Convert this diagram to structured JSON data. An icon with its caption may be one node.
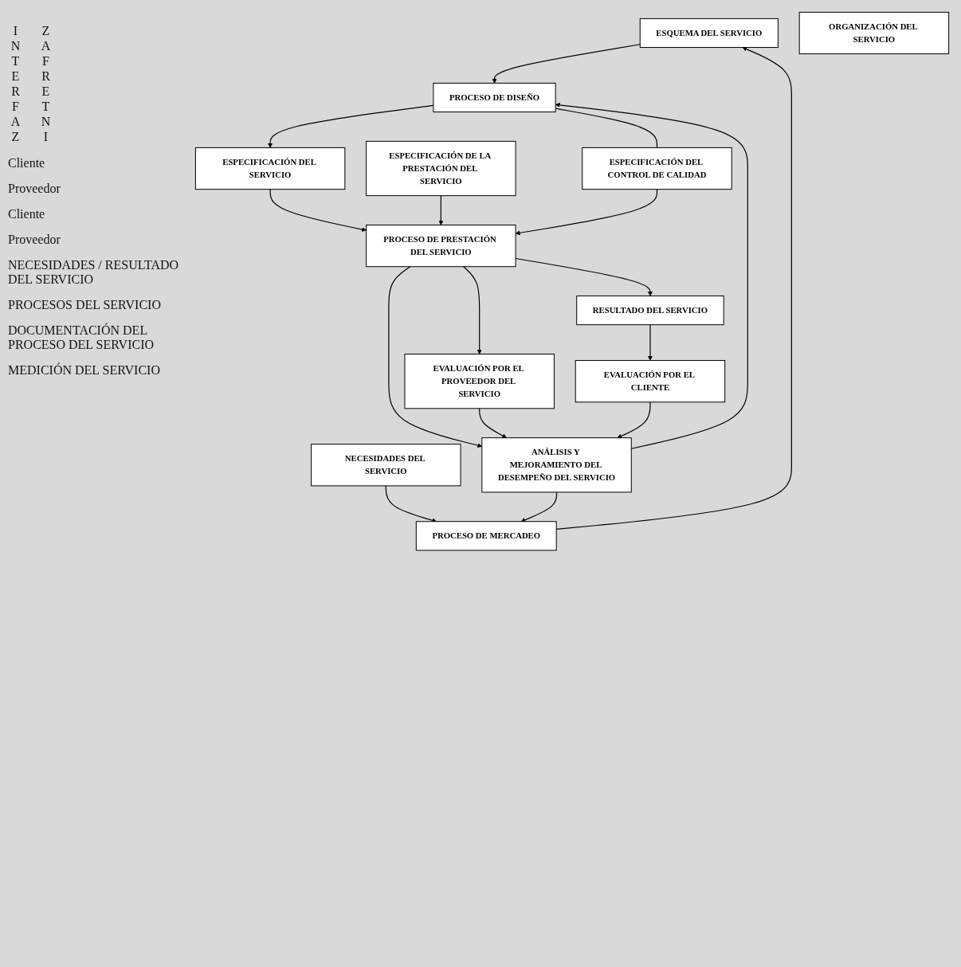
{
  "diagram": {
    "nodes": [
      {
        "text": [
          "ORGANIZACIÓN DEL SERVICIO"
        ]
      },
      {
        "text": [
          "ESQUEMA DEL SERVICIO"
        ]
      },
      {
        "text": [
          "PROCESO DE DISEÑO"
        ]
      },
      {
        "text": [
          "ESPECIFICACIÓN DEL SERVICIO"
        ]
      },
      {
        "text": [
          "ESPECIFICACIÓN DE LA PRESTACIÓN DEL SERVICIO"
        ]
      },
      {
        "text": [
          "ESPECIFICACIÓN DEL CONTROL DE CALIDAD"
        ]
      },
      {
        "text": [
          "NECESIDADES DEL SERVICIO"
        ]
      },
      {
        "text": [
          "PROCESO DE MERCADEO"
        ]
      },
      {
        "text": [
          "PROCESO DE PRESTACIÓN DEL SERVICIO"
        ]
      },
      {
        "text": [
          "RESULTADO DEL SERVICIO"
        ]
      },
      {
        "text": [
          "EVALUACIÓN POR EL PROVEEDOR DEL SERVICIO"
        ]
      },
      {
        "text": [
          "EVALUACIÓN POR EL CLIENTE"
        ]
      },
      {
        "text": [
          "ANÁLISIS Y MEJORAMIENTO DEL DESEMPEÑO DEL SERVICIO"
        ]
      }
    ],
    "edges": [
      {
        "from": 6,
        "to": 7,
        "arrow": "to"
      },
      {
        "from": 7,
        "to": 1,
        "arrow": "to"
      },
      {
        "from": 1,
        "to": 2,
        "arrow": "to"
      },
      {
        "from": 2,
        "to": 3,
        "arrow": "to"
      },
      {
        "from": 2,
        "to": 5,
        "arrow": "none"
      },
      {
        "from": 3,
        "to": 8,
        "arrow": "to"
      },
      {
        "from": 4,
        "to": 8,
        "arrow": "to"
      },
      {
        "from": 5,
        "to": 8,
        "arrow": "to"
      },
      {
        "from": 8,
        "to": 9,
        "arrow": "to"
      },
      {
        "from": 8,
        "to": 10,
        "arrow": "to"
      },
      {
        "from": 9,
        "to": 11,
        "arrow": "to"
      },
      {
        "from": 8,
        "to": 12,
        "arrow": "to"
      },
      {
        "from": 10,
        "to": 12,
        "arrow": "to"
      },
      {
        "from": 11,
        "to": 12,
        "arrow": "to"
      },
      {
        "from": 12,
        "to": 7,
        "arrow": "to"
      },
      {
        "from": 12,
        "to": 2,
        "arrow": "to"
      }
    ],
    "labels": [
      "INTERFAZ",
      "ZAFRETNI",
      "Cliente",
      "Proveedor",
      "Cliente",
      "Proveedor",
      "NECESIDADES / RESULTADO DEL SERVICIO",
      "PROCESOS DEL SERVICIO",
      "DOCUMENTACIÓN DEL PROCESO DEL SERVICIO",
      "MEDICIÓN DEL SERVICIO"
    ]
  }
}
